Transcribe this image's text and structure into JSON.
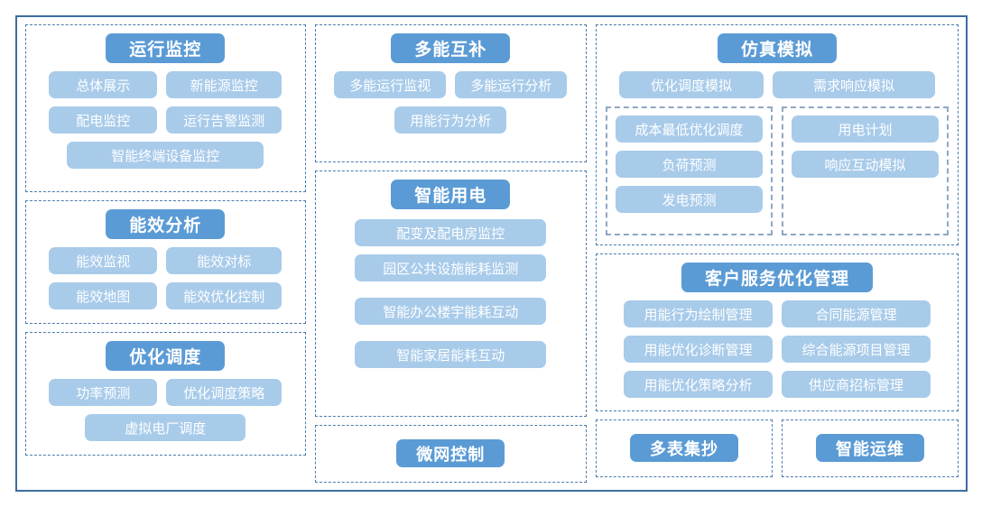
{
  "theme": {
    "header_chip_color": "#5B9BD5",
    "item_chip_color": "#A8CBEA",
    "panel_border_color": "#4B7CAD",
    "inner_panel_border_color": "#8FA8C0",
    "outer_frame_color": "#3C6E9F",
    "background": "#FFFFFF",
    "chip_text_color": "#FFFFFF"
  },
  "columns": {
    "left": {
      "panels": [
        {
          "title": "运行监控",
          "items": [
            "总体展示",
            "新能源监控",
            "配电监控",
            "运行告警监测",
            "智能终端设备监控"
          ]
        },
        {
          "title": "能效分析",
          "items": [
            "能效监视",
            "能效对标",
            "能效地图",
            "能效优化控制"
          ]
        },
        {
          "title": "优化调度",
          "items": [
            "功率预测",
            "优化调度策略",
            "虚拟电厂调度"
          ]
        }
      ]
    },
    "middle": {
      "panels": [
        {
          "title": "多能互补",
          "items": [
            "多能运行监视",
            "多能运行分析",
            "用能行为分析"
          ]
        },
        {
          "title": "智能用电",
          "items": [
            "配变及配电房监控",
            "园区公共设施能耗监测",
            "智能办公楼宇能耗互动",
            "智能家居能耗互动"
          ]
        },
        {
          "title": "微网控制",
          "items": []
        }
      ]
    },
    "right": {
      "panels": [
        {
          "title": "仿真模拟",
          "items": [
            "优化调度模拟",
            "需求响应模拟"
          ],
          "subgroups": [
            {
              "items": [
                "成本最低优化调度",
                "负荷预测",
                "发电预测"
              ]
            },
            {
              "items": [
                "用电计划",
                "响应互动模拟"
              ]
            }
          ]
        },
        {
          "title": "客户服务优化管理",
          "items": [
            "用能行为绘制管理",
            "合同能源管理",
            "用能优化诊断管理",
            "综合能源项目管理",
            "用能优化策略分析",
            "供应商招标管理"
          ]
        },
        {
          "title": "多表集抄",
          "items": []
        },
        {
          "title": "智能运维",
          "items": []
        }
      ]
    }
  }
}
